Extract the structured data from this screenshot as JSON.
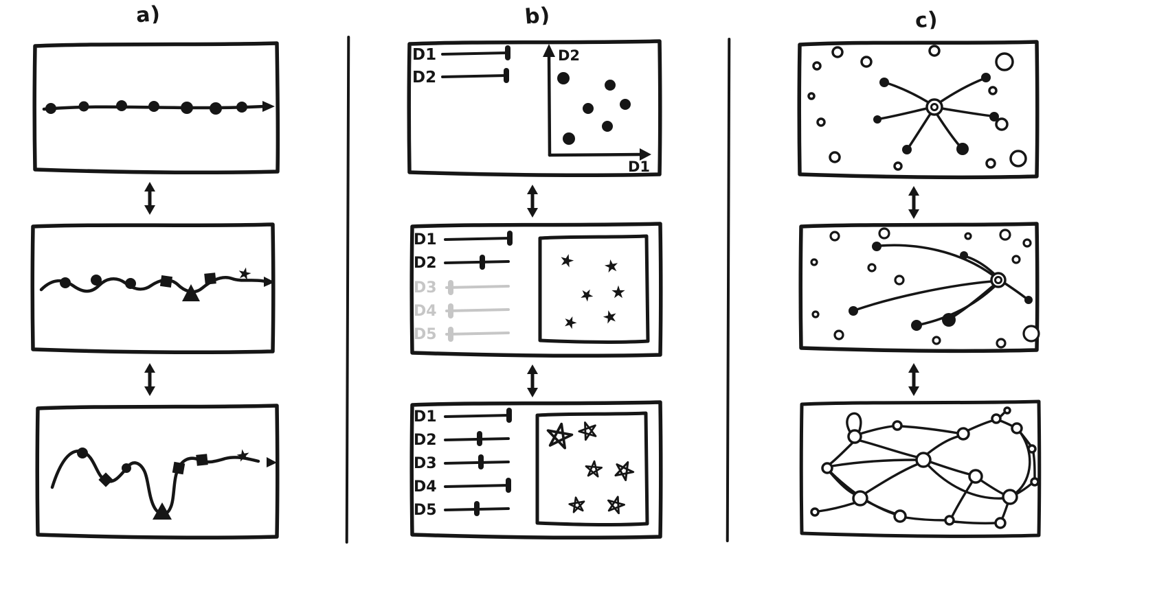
{
  "figure": {
    "columns": [
      {
        "id": "a",
        "label": "a)"
      },
      {
        "id": "b",
        "label": "b)"
      },
      {
        "id": "c",
        "label": "c)"
      }
    ],
    "panels": {
      "b1": {
        "sliders": [
          {
            "label": "D1"
          },
          {
            "label": "D2"
          }
        ],
        "axis_y_label": "D2",
        "axis_x_label": "D1"
      },
      "b2": {
        "sliders": [
          {
            "label": "D1",
            "state": "active"
          },
          {
            "label": "D2",
            "state": "active"
          },
          {
            "label": "D3",
            "state": "inactive"
          },
          {
            "label": "D4",
            "state": "inactive"
          },
          {
            "label": "D5",
            "state": "inactive"
          }
        ]
      },
      "b3": {
        "sliders": [
          {
            "label": "D1"
          },
          {
            "label": "D2"
          },
          {
            "label": "D3"
          },
          {
            "label": "D4"
          },
          {
            "label": "D5"
          }
        ]
      }
    },
    "colors": {
      "ink": "#161616",
      "inactive": "#c6c6c6",
      "paper": "#ffffff"
    }
  }
}
